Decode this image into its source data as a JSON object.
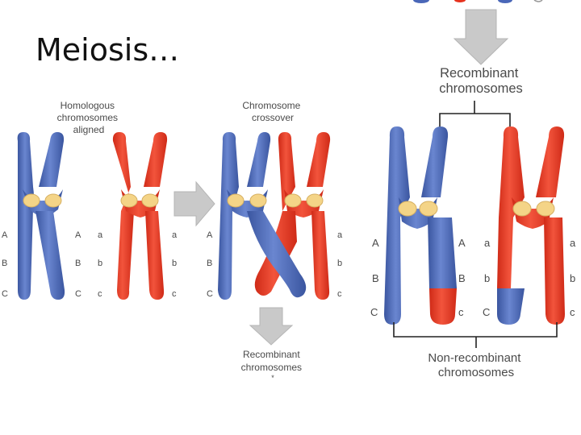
{
  "title": "Meiosis…",
  "colors": {
    "maternal": "#4a67b8",
    "paternal": "#e6321e",
    "centromere": "#f4d487",
    "arrow": "#c9c9c9",
    "text": "#4a4a4a"
  },
  "panel_left": {
    "aligned_label_line1": "Homologous",
    "aligned_label_line2": "chromosomes",
    "aligned_label_line3": "aligned",
    "crossover_label_line1": "Chromosome",
    "crossover_label_line2": "crossover",
    "recombinant_label_line1": "Recombinant",
    "recombinant_label_line2": "chromosomes",
    "recombinant_label_mark": "*",
    "alleles_upper": [
      "A",
      "B",
      "C"
    ],
    "alleles_lower": [
      "a",
      "b",
      "c"
    ]
  },
  "panel_right": {
    "recombinant_label_line1": "Recombinant",
    "recombinant_label_line2": "chromosomes",
    "nonrecombinant_label_line1": "Non-recombinant",
    "nonrecombinant_label_line2": "chromosomes",
    "alleles_upper": [
      "A",
      "B",
      "C"
    ],
    "alleles_lower": [
      "a",
      "b",
      "c"
    ]
  }
}
